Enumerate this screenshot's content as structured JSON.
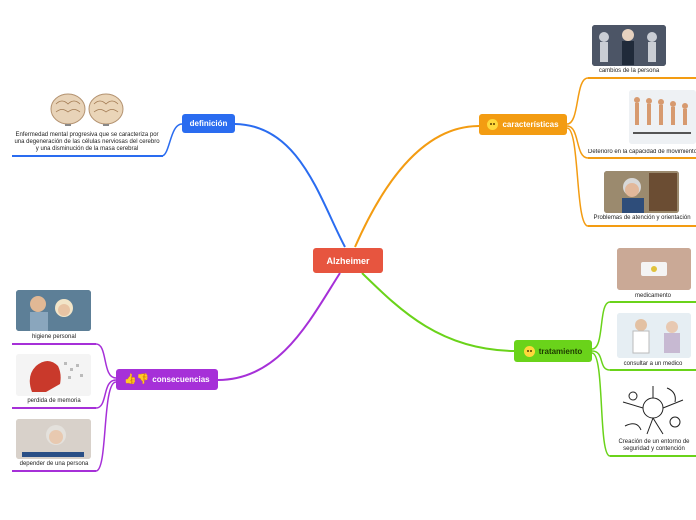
{
  "central": {
    "label": "Alzheimer",
    "color": "#e7553f"
  },
  "branches": {
    "definicion": {
      "label": "definición",
      "color": "#2a6cf0",
      "leaf": "Enfermedad mental progresiva que se caracteriza por una degeneración de las células nerviosas del cerebro y una disminución de la masa cerebral"
    },
    "caracteristicas": {
      "label": "características",
      "color": "#f39c12",
      "leaves": [
        "cambios de la persona",
        "Deterioro en la capacidad de movimiento",
        "Problemas de atención y orientación"
      ]
    },
    "tratamiento": {
      "label": "tratamiento",
      "color": "#6ad31a",
      "leaves": [
        "medicamento",
        "consultar a un medico",
        "Creación de un entorno de seguridad y contención"
      ]
    },
    "consecuencias": {
      "label": "consecuencias",
      "color": "#a630d8",
      "leaves": [
        "higiene personal",
        "perdida de memoria",
        "depender de una persona"
      ]
    }
  },
  "icons": {
    "caracteristicas": "neutral-face-icon",
    "tratamiento": "smiling-face-icon",
    "consecuencias": "thumbs-up-down-icon"
  }
}
